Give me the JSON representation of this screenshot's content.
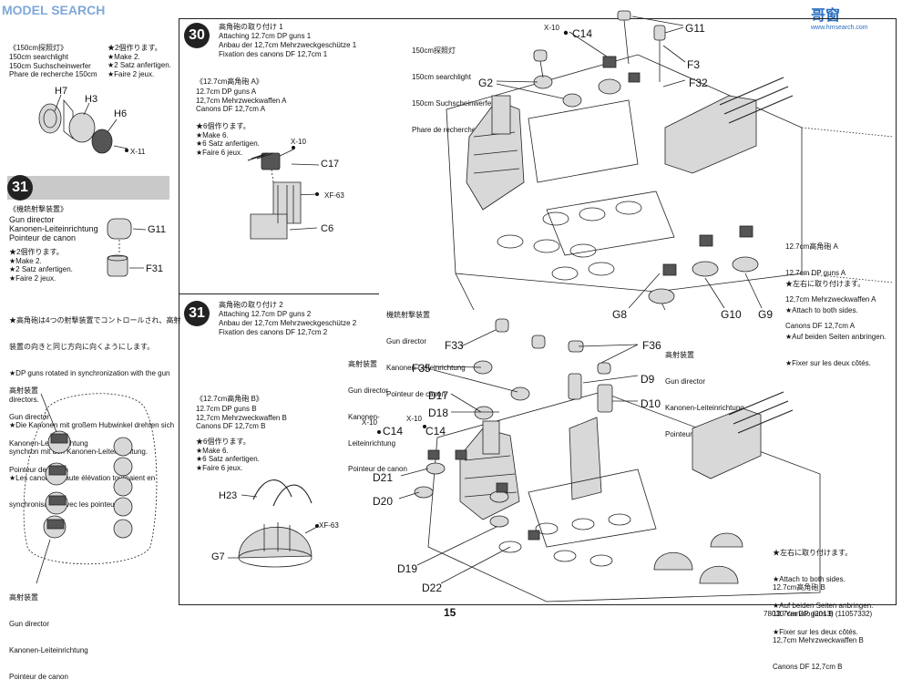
{
  "watermark": {
    "text": "MODEL SEARCH",
    "logo": "哥窗",
    "url": "www.hmsearch.com"
  },
  "left": {
    "searchlight": {
      "title": "《150cm探照灯》",
      "line1": "150cm searchlight",
      "line2": "150cm Suchscheinwerfer",
      "line3": "Phare de recherche 150cm",
      "note1": "★2個作ります。",
      "note2": "★Make 2.",
      "note3": "★2 Satz anfertigen.",
      "note4": "★Faire 2 jeux.",
      "parts": [
        "H7",
        "H3",
        "H6"
      ],
      "paint": "X-11"
    },
    "step31": {
      "number": "31",
      "title_jp": "《機銃射撃装置》",
      "line1": "Gun director",
      "line2": "Kanonen-Leiteinrichtung",
      "line3": "Pointeur de canon",
      "note1": "★2個作ります。",
      "note2": "★Make 2.",
      "note3": "★2 Satz anfertigen.",
      "note4": "★Faire 2 jeux.",
      "parts": [
        "G11",
        "F31"
      ],
      "para": [
        "★高角砲は4つの射撃装置でコントロールされ、高射",
        "装置の向きと同じ方向に向くようにします。",
        "★DP guns rotated in synchronization with the gun",
        "directors.",
        "★Die Kanonen mit großem Hubwinkel drehten sich",
        "synchron mit den Kanonen-Leiteinrichtung.",
        "★Les canons à haute élévation tournaient en",
        "synchronisation avec les pointeurs."
      ],
      "director1": [
        "高射装置",
        "Gun director",
        "Kanonen-Leiteinrichtung",
        "Pointeur de canon"
      ],
      "director2": [
        "高射装置",
        "Gun director",
        "Kanonen-Leiteinrichtung",
        "Pointeur de canon"
      ]
    }
  },
  "step30": {
    "number": "30",
    "title_jp": "高角砲の取り付け 1",
    "title_en": "Attaching 12.7cm DP guns 1",
    "title_de": "Anbau der 12,7cm Mehrzweckgeschütze 1",
    "title_fr": "Fixation des canons DF 12,7cm 1",
    "sub_title": "《12.7cm高角砲 A》",
    "sub1": "12.7cm DP guns A",
    "sub2": "12,7cm Mehrzweckwaffen A",
    "sub3": "Canons DF 12,7cm A",
    "note1": "★6個作ります。",
    "note2": "★Make 6.",
    "note3": "★6 Satz anfertigen.",
    "note4": "★Faire 6 jeux.",
    "parts": [
      "C17",
      "C6"
    ],
    "paint1": "X-10",
    "paint2": "XF-63",
    "searchlight": [
      "150cm探照灯",
      "150cm searchlight",
      "150cm Suchscheinwerfer",
      "Phare de recherche 150cm"
    ],
    "callouts": [
      "X-10",
      "C14",
      "G11",
      "F3",
      "F32",
      "G2",
      "G8",
      "G10",
      "G9"
    ],
    "side_note": [
      "12.7cm高角砲 A",
      "12.7cm DP guns A",
      "12,7cm Mehrzweckwaffen A",
      "Canons DF 12,7cm A"
    ],
    "side_note2": [
      "★左右に取り付けます。",
      "★Attach to both sides.",
      "★Auf beiden Seiten anbringen.",
      "★Fixer sur les deux côtés."
    ]
  },
  "step31b": {
    "number": "31",
    "title_jp": "高角砲の取り付け 2",
    "title_en": "Attaching 12.7cm DP guns 2",
    "title_de": "Anbau der 12,7cm Mehrzweckgeschütze 2",
    "title_fr": "Fixation des canons DF 12,7cm 2",
    "sub_title": "《12.7cm高角砲 B》",
    "sub1": "12.7cm DP guns B",
    "sub2": "12,7cm Mehrzweckwaffen B",
    "sub3": "Canons DF 12,7cm B",
    "note1": "★6個作ります。",
    "note2": "★Make 6.",
    "note3": "★6 Satz anfertigen.",
    "note4": "★Faire 6 jeux.",
    "parts": [
      "H23",
      "G7"
    ],
    "paint": "XF-63",
    "director_a": [
      "機銃射撃装置",
      "Gun director",
      "Kanonen-Leiteinrichtung",
      "Pointeur de canon"
    ],
    "director_b": [
      "高射装置",
      "Gun director",
      "Kanonen-",
      "Leiteinrichtung",
      "Pointeur de canon"
    ],
    "director_c": [
      "高射装置",
      "Gun director",
      "Kanonen-Leiteinrichtung",
      "Pointeur de canon"
    ],
    "callouts": [
      "F33",
      "F35",
      "D17",
      "D18",
      "X-10",
      "X-10",
      "C14",
      "C14",
      "D21",
      "D20",
      "D19",
      "D22",
      "F36",
      "D9",
      "D10"
    ],
    "side_note": [
      "★左右に取り付けます。",
      "★Attach to both sides.",
      "★Auf beiden Seiten anbringen.",
      "★Fixer sur les deux côtés."
    ],
    "side_note2": [
      "12.7cm高角砲 B",
      "12.7cm DP guns B",
      "12,7cm Mehrzweckwaffen B",
      "Canons DF 12,7cm B"
    ]
  },
  "footer": {
    "page": "15",
    "code": "78030 Yamato (2013) (11057332)"
  }
}
